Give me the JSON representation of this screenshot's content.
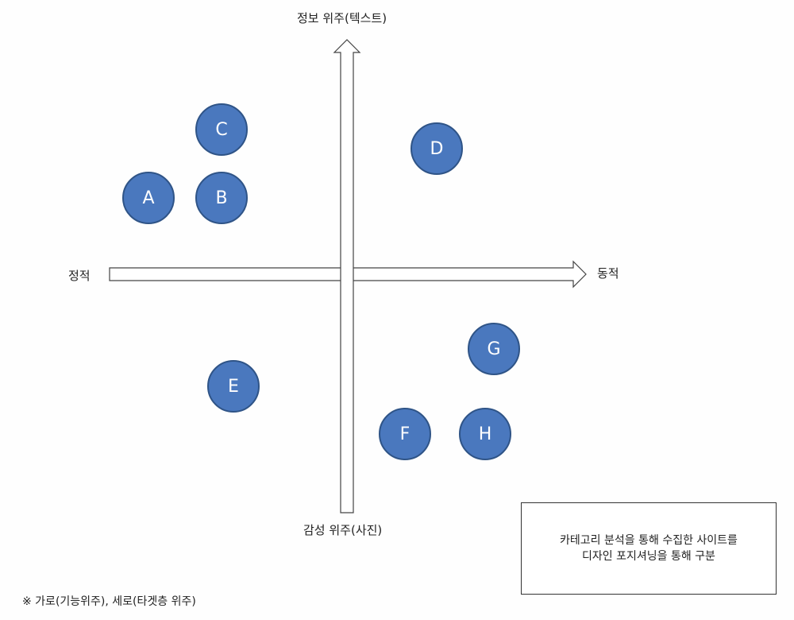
{
  "axes": {
    "top": "정보 위주(텍스트)",
    "bottom": "감성 위주(사진)",
    "left": "정적",
    "right": "동적"
  },
  "nodes": [
    {
      "label": "C"
    },
    {
      "label": "D"
    },
    {
      "label": "A"
    },
    {
      "label": "B"
    },
    {
      "label": "G"
    },
    {
      "label": "E"
    },
    {
      "label": "F"
    },
    {
      "label": "H"
    }
  ],
  "note": {
    "line1": "카테고리 분석을 통해 수집한 사이트를",
    "line2": "디자인 포지셔닝을 통해 구분"
  },
  "footnote": "※ 가로(기능위주), 세로(타겟층 위주)",
  "colors": {
    "node_fill": "#4a78be",
    "node_stroke": "#2f5487"
  }
}
